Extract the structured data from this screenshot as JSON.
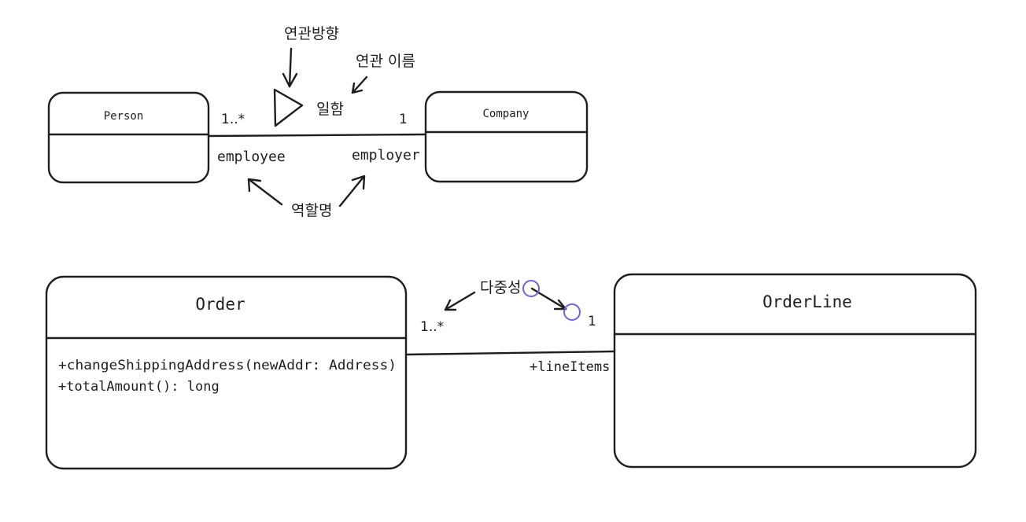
{
  "top_diagram": {
    "class_left": {
      "name": "Person"
    },
    "class_right": {
      "name": "Company"
    },
    "multiplicity_left": "1..*",
    "multiplicity_right": "1",
    "role_left": "employee",
    "role_right": "employer",
    "association_name": "일함",
    "label_direction": "연관방향",
    "label_association_name": "연관 이름",
    "label_role_name": "역할명"
  },
  "bottom_diagram": {
    "class_left": {
      "name": "Order",
      "operations": [
        "+changeShippingAddress(newAddr: Address)",
        "+totalAmount(): long"
      ]
    },
    "class_right": {
      "name": "OrderLine"
    },
    "multiplicity_left": "1..*",
    "multiplicity_right": "1",
    "role_right": "+lineItems",
    "label_multiplicity": "다중성"
  },
  "colors": {
    "stroke": "#1e1e1e",
    "selection_handle": "#6965db"
  }
}
